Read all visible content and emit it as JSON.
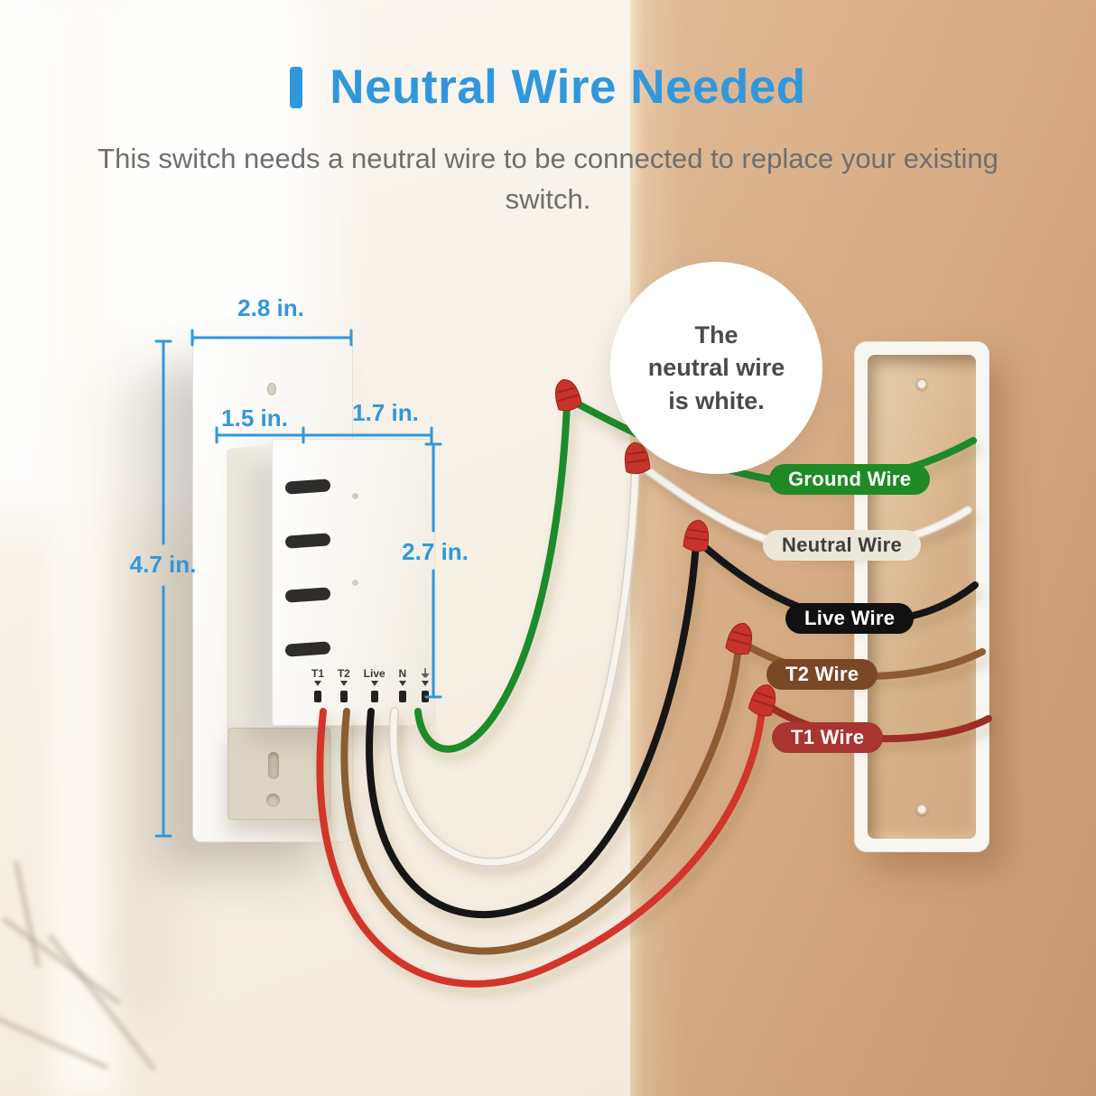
{
  "title": {
    "text": "Neutral Wire Needed"
  },
  "subtitle": "This switch needs a neutral wire to be connected to replace your existing switch.",
  "bubble": {
    "lines": [
      "The",
      "neutral wire",
      "is white."
    ]
  },
  "dimensions": {
    "top_width": "2.8 in.",
    "left_depth": "1.5 in.",
    "front_width": "1.7 in.",
    "height": "4.7 in.",
    "body_height": "2.7 in."
  },
  "terminals": {
    "labels": [
      "T1",
      "T2",
      "Live",
      "N"
    ],
    "ground_symbol": "⏚"
  },
  "wire_labels": [
    {
      "label": "Ground Wire",
      "bg": "#1f8b24",
      "color": "#ffffff"
    },
    {
      "label": "Neutral Wire",
      "bg": "#ebe7db",
      "color": "#3d3d3d"
    },
    {
      "label": "Live Wire",
      "bg": "#111111",
      "color": "#ffffff"
    },
    {
      "label": "T2 Wire",
      "bg": "#7b4827",
      "color": "#ffffff"
    },
    {
      "label": "T1 Wire",
      "bg": "#a93431",
      "color": "#ffffff"
    }
  ],
  "wires": {
    "ground": "#1b8b2c",
    "neutral": "#f7f4ee",
    "neutral_edge": "#d8d2c5",
    "live": "#161616",
    "t2": "#8d5c33",
    "t1": "#d2362b",
    "t1_wall": "#9c2d27",
    "nut": "#c9342a"
  },
  "colors": {
    "accent_blue": "#3197dd",
    "wall": "#d9ad86",
    "subtitle_gray": "#6e6e6e"
  }
}
